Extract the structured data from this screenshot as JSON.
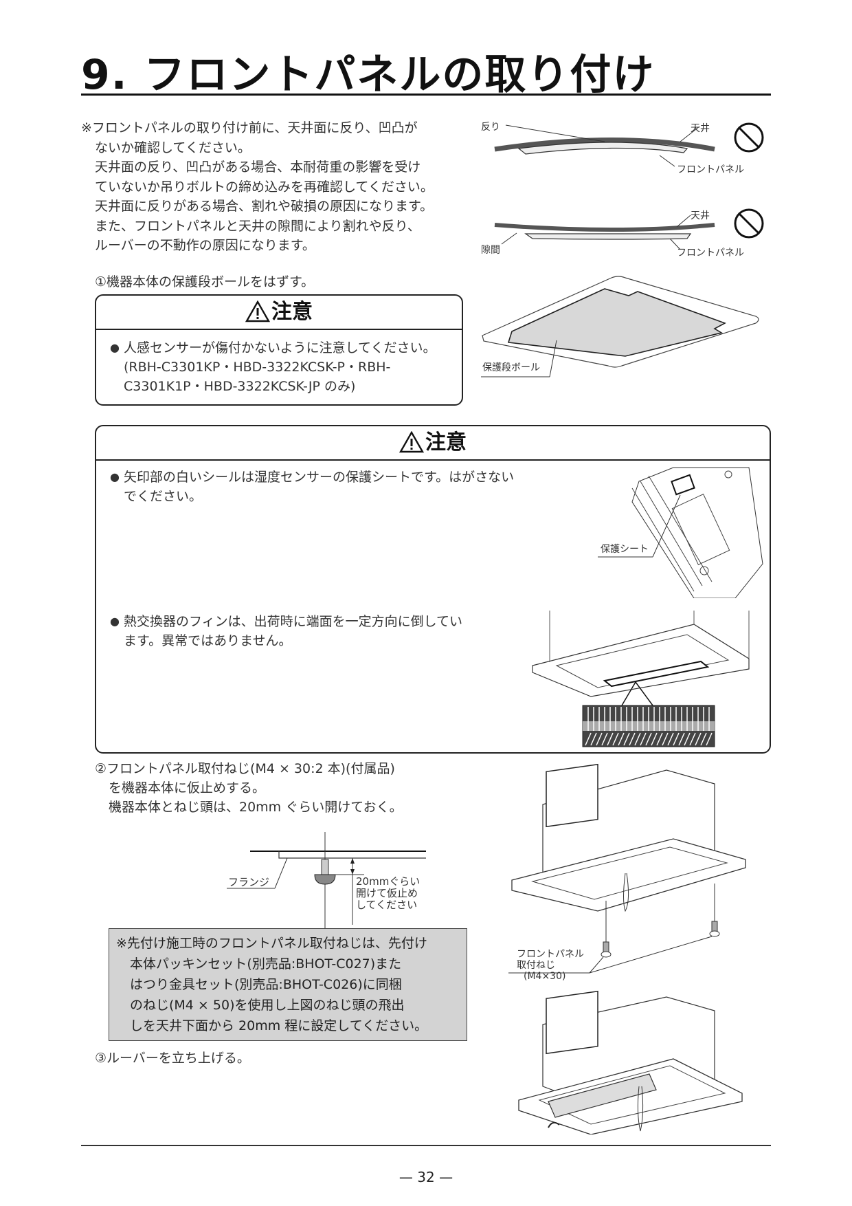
{
  "header": {
    "title": "9. フロントパネルの取り付け"
  },
  "intro": {
    "lines": [
      "※フロントパネルの取り付け前に、天井面に反り、凹凸が",
      "ないか確認してください。",
      "天井面の反り、凹凸がある場合、本耐荷重の影響を受け",
      "ていないか吊りボルトの締め込みを再確認してください。",
      "天井面に反りがある場合、割れや破損の原因になります。",
      "また、フロントパネルと天井の隙間により割れや反り、",
      "ルーバーの不動作の原因になります。"
    ]
  },
  "figure_warp": {
    "label_warp": "反り",
    "label_ceiling": "天井",
    "label_panel": "フロントパネル",
    "prohibited_icon": "prohibited-icon"
  },
  "figure_gap": {
    "label_gap": "隙間",
    "label_ceiling": "天井",
    "label_panel": "フロントパネル",
    "prohibited_icon": "prohibited-icon"
  },
  "step1": {
    "text": "①機器本体の保護段ボールをはずす。",
    "figure_label": "保護段ボール"
  },
  "caution1": {
    "heading": "注意",
    "icon": "warning-triangle-icon",
    "items": [
      {
        "lines": [
          "人感センサーが傷付かないように注意してください。",
          "(RBH-C3301KP・HBD-3322KCSK-P・RBH-",
          "C3301K1P・HBD-3322KCSK-JP のみ)"
        ]
      }
    ]
  },
  "caution2": {
    "heading": "注意",
    "icon": "warning-triangle-icon",
    "items": [
      {
        "lines": [
          "矢印部の白いシールは湿度センサーの保護シートです。はがさない",
          "でください。"
        ],
        "figure_label": "保護シート"
      },
      {
        "lines": [
          "熱交換器のフィンは、出荷時に端面を一定方向に倒してい",
          "ます。異常ではありません。"
        ]
      }
    ]
  },
  "step2": {
    "lines": [
      "②フロントパネル取付ねじ(M4 × 30:2 本)(付属品)",
      "を機器本体に仮止めする。",
      "機器本体とねじ頭は、20mm ぐらい開けておく。"
    ],
    "diagram": {
      "label_flange": "フランジ",
      "note_lines": [
        "20mmぐらい",
        "開けて仮止め",
        "してください"
      ]
    },
    "figure_label_lines": [
      "フロントパネル",
      "取付ねじ",
      "(M4×30)"
    ]
  },
  "graybox": {
    "lines": [
      "※先付け施工時のフロントパネル取付ねじは、先付け",
      "本体パッキンセット(別売品:BHOT-C027)また",
      "はつり金具セット(別売品:BHOT-C026)に同梱",
      "のねじ(M4 × 50)を使用し上図のねじ頭の飛出",
      "しを天井下面から 20mm 程に設定してください。"
    ]
  },
  "step3": {
    "text": "③ルーバーを立ち上げる。"
  },
  "footer": {
    "page": "— 32 —"
  }
}
